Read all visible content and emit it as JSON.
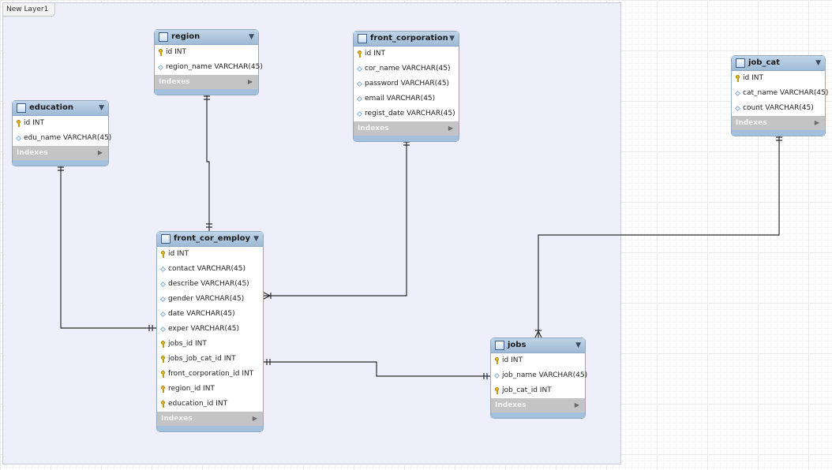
{
  "layer": {
    "name": "New Layer1"
  },
  "icons": {
    "primary_key": "key-icon",
    "column": "diamond-icon",
    "table": "table-icon",
    "collapse": "collapse-arrow-icon"
  },
  "tables": {
    "region": {
      "name": "region",
      "columns": [
        {
          "label": "id INT",
          "icon": "key"
        },
        {
          "label": "region_name VARCHAR(45)",
          "icon": "column"
        }
      ],
      "indexes_label": "Indexes"
    },
    "education": {
      "name": "education",
      "columns": [
        {
          "label": "id INT",
          "icon": "key"
        },
        {
          "label": "edu_name VARCHAR(45)",
          "icon": "column"
        }
      ],
      "indexes_label": "Indexes"
    },
    "front_corporation": {
      "name": "front_corporation",
      "columns": [
        {
          "label": "id INT",
          "icon": "key"
        },
        {
          "label": "cor_name VARCHAR(45)",
          "icon": "column"
        },
        {
          "label": "password VARCHAR(45)",
          "icon": "column"
        },
        {
          "label": "email VARCHAR(45)",
          "icon": "column"
        },
        {
          "label": "regist_date VARCHAR(45)",
          "icon": "column"
        }
      ],
      "indexes_label": "Indexes"
    },
    "job_cat": {
      "name": "job_cat",
      "columns": [
        {
          "label": "id INT",
          "icon": "key"
        },
        {
          "label": "cat_name VARCHAR(45)",
          "icon": "column"
        },
        {
          "label": "count VARCHAR(45)",
          "icon": "column"
        }
      ],
      "indexes_label": "Indexes"
    },
    "front_cor_employ": {
      "name": "front_cor_employ",
      "columns": [
        {
          "label": "id INT",
          "icon": "key"
        },
        {
          "label": "contact VARCHAR(45)",
          "icon": "column"
        },
        {
          "label": "describe VARCHAR(45)",
          "icon": "column"
        },
        {
          "label": "gender VARCHAR(45)",
          "icon": "column"
        },
        {
          "label": "date VARCHAR(45)",
          "icon": "column"
        },
        {
          "label": "exper VARCHAR(45)",
          "icon": "column"
        },
        {
          "label": "jobs_id INT",
          "icon": "key"
        },
        {
          "label": "jobs_job_cat_id INT",
          "icon": "key"
        },
        {
          "label": "front_corporation_id INT",
          "icon": "key"
        },
        {
          "label": "region_id INT",
          "icon": "key"
        },
        {
          "label": "education_id INT",
          "icon": "key"
        }
      ],
      "indexes_label": "Indexes"
    },
    "jobs": {
      "name": "jobs",
      "columns": [
        {
          "label": "id INT",
          "icon": "key"
        },
        {
          "label": "job_name VARCHAR(45)",
          "icon": "column"
        },
        {
          "label": "job_cat_id INT",
          "icon": "key"
        }
      ],
      "indexes_label": "Indexes"
    }
  },
  "relationships": [
    {
      "from": "region",
      "to": "front_cor_employ"
    },
    {
      "from": "education",
      "to": "front_cor_employ"
    },
    {
      "from": "front_corporation",
      "to": "front_cor_employ"
    },
    {
      "from": "jobs",
      "to": "front_cor_employ"
    },
    {
      "from": "job_cat",
      "to": "jobs"
    }
  ],
  "colors": {
    "header": "#a3c1dc",
    "indexes_bar": "#c4c4c4",
    "layer_bg": "#efeffb",
    "line": "#2b2b2b"
  }
}
